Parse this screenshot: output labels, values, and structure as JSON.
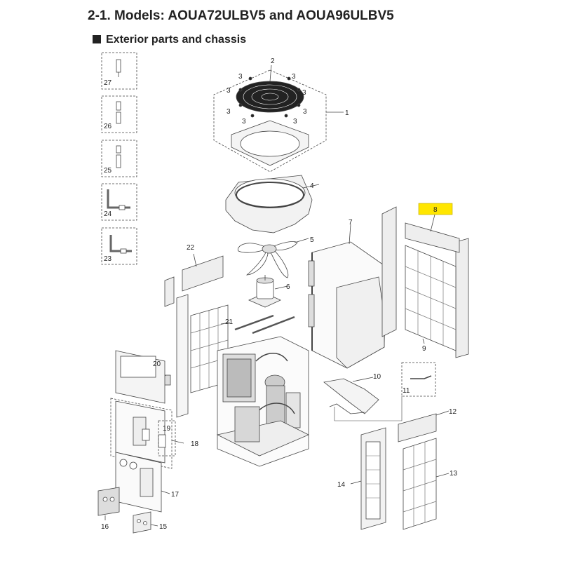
{
  "title": "2-1. Models: AOUA72ULBV5 and AOUA96ULBV5",
  "subtitle": "Exterior parts and chassis",
  "part_labels": {
    "p1": "1",
    "p2": "2",
    "p3": "3",
    "p4": "4",
    "p5": "5",
    "p6": "6",
    "p7": "7",
    "p8": "8",
    "p9": "9",
    "p10": "10",
    "p11": "11",
    "p12": "12",
    "p13": "13",
    "p14": "14",
    "p15": "15",
    "p16": "16",
    "p17": "17",
    "p18": "18",
    "p19": "19",
    "p20": "20",
    "p21": "21",
    "p22": "22",
    "p23": "23",
    "p24": "24",
    "p25": "25",
    "p26": "26",
    "p27": "27"
  },
  "highlighted_part": "8",
  "highlight_color": "#ffe600"
}
